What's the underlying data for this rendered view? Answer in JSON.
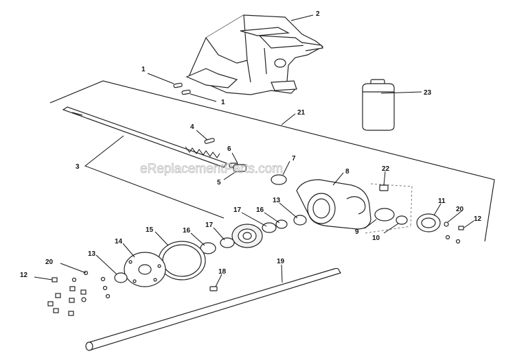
{
  "watermark": "eReplacementParts.com",
  "callouts": [
    {
      "id": "c1a",
      "label": "1"
    },
    {
      "id": "c1b",
      "label": "1"
    },
    {
      "id": "c2",
      "label": "2"
    },
    {
      "id": "c3",
      "label": "3"
    },
    {
      "id": "c4",
      "label": "4"
    },
    {
      "id": "c5",
      "label": "5"
    },
    {
      "id": "c6",
      "label": "6"
    },
    {
      "id": "c7",
      "label": "7"
    },
    {
      "id": "c8",
      "label": "8"
    },
    {
      "id": "c9",
      "label": "9"
    },
    {
      "id": "c10",
      "label": "10"
    },
    {
      "id": "c11",
      "label": "11"
    },
    {
      "id": "c12a",
      "label": "12"
    },
    {
      "id": "c12b",
      "label": "12"
    },
    {
      "id": "c13a",
      "label": "13"
    },
    {
      "id": "c13b",
      "label": "13"
    },
    {
      "id": "c14",
      "label": "14"
    },
    {
      "id": "c15",
      "label": "15"
    },
    {
      "id": "c16a",
      "label": "16"
    },
    {
      "id": "c16b",
      "label": "16"
    },
    {
      "id": "c17a",
      "label": "17"
    },
    {
      "id": "c17b",
      "label": "17"
    },
    {
      "id": "c18",
      "label": "18"
    },
    {
      "id": "c19",
      "label": "19"
    },
    {
      "id": "c20a",
      "label": "20"
    },
    {
      "id": "c20b",
      "label": "20"
    },
    {
      "id": "c21",
      "label": "21"
    },
    {
      "id": "c22",
      "label": "22"
    },
    {
      "id": "c23",
      "label": "23"
    }
  ]
}
